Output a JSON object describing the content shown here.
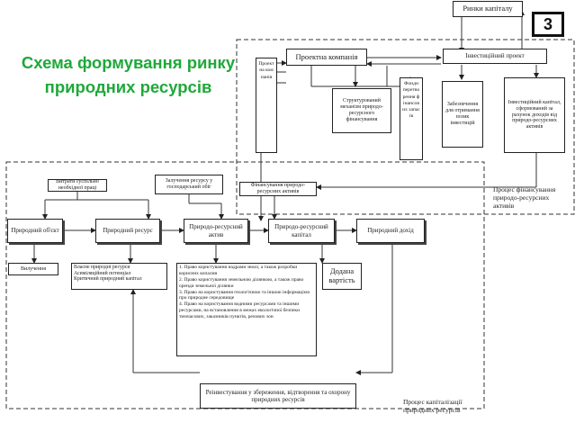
{
  "title": {
    "line1": "Схема формування ринку",
    "line2": "природних ресурсів"
  },
  "slide_number": "3",
  "boxes": {
    "capital_market": "Ринки капіталу",
    "investment_project": "Інвестиційний проект",
    "project_company": "Проектна компанія",
    "project_company_vertical": "Проектна компанія",
    "structured_financing": "Структурований механізм природо-ресурсного фінансування",
    "funding_sources": "Фонди перетворення фінансових запасів",
    "collateral": "Забезпечення для отримання позик інвестицій",
    "investment_capital": "Інвестиційний капітал, сформований за рахунок доходів від природо-ресурсних активів",
    "external_sources": "Витрати суспільно необхідної праці",
    "state_involvement": "Залучення ресурсу у господарський обіг",
    "financing_assets": "Фінансування природо-ресурсних активів",
    "natural_object": "Природний об'єкт",
    "natural_resource": "Природний ресурс",
    "natural_asset": "Природо-ресурсний актив",
    "natural_capital": "Природо-ресурсний капітал",
    "natural_income": "Природний дохід",
    "withdrawal": "Вилучення",
    "resource_types": "Власне природні ресурси\nАсиміляційний потенціал\nКритичний природний капітал",
    "rights_list": "1. Право користування надрами землі, а також розробки корисних копалин\n2. Право користування земельною ділянкою, а також право оренди земельної ділянки\n3. Право на користування геологічною та іншою інформацією про природне середовище\n4. Право на користування водними ресурсами та іншими ресурсами, на встановлення в межах екологічної безпеки тимчасових, заказників пунктів, речових зон",
    "added_costs": "Додана вартість",
    "reinvestment": "Реінвестування у збереження, відтворення та охорону природних ресурсів"
  },
  "labels": {
    "financing_process": "Процес фінансування природо-ресурсних активів",
    "capitalization_process": "Процес капіталізації природних ресурсів"
  }
}
